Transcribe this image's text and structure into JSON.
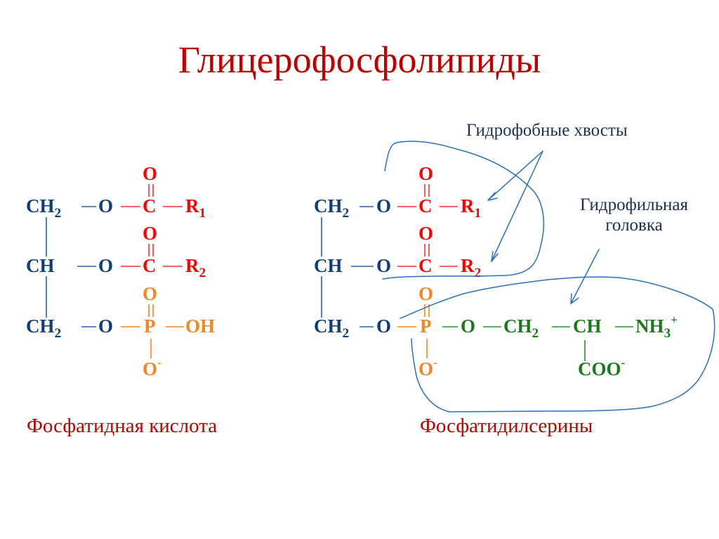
{
  "title": "Глицерофосфолипиды",
  "colors": {
    "title": "#c00000",
    "glycerol": "#0d3d7a",
    "acyl": "#ff0000",
    "phosphate": "#f5861f",
    "serine": "#1a7a1a",
    "annotation_ink": "#2a6fc0",
    "label_text": "#1b2f55"
  },
  "left_structure": {
    "caption": "Фосфатидная кислота",
    "row1": {
      "ch": "CH",
      "ch_sub": "2",
      "o": "O",
      "c_top_o": "O",
      "c": "C",
      "r": "R",
      "r_sub": "1"
    },
    "row2": {
      "ch": "CH",
      "o": "O",
      "c_top_o": "O",
      "c": "C",
      "r": "R",
      "r_sub": "2"
    },
    "row3": {
      "ch": "CH",
      "ch_sub": "2",
      "o": "O",
      "p_top_o": "O",
      "p": "P",
      "oh": "OH",
      "p_bottom_o": "O",
      "p_bottom_charge": "-"
    }
  },
  "right_structure": {
    "caption": "Фосфатидилсерины",
    "row1": {
      "ch": "CH",
      "ch_sub": "2",
      "o": "O",
      "c_top_o": "O",
      "c": "C",
      "r": "R",
      "r_sub": "1"
    },
    "row2": {
      "ch": "CH",
      "o": "O",
      "c_top_o": "O",
      "c": "C",
      "r": "R",
      "r_sub": "2"
    },
    "row3": {
      "ch": "CH",
      "ch_sub": "2",
      "o": "O",
      "p_top_o": "O",
      "p": "P",
      "p_bottom_o": "O",
      "p_bottom_charge": "-",
      "serine_o": "O",
      "serine_ch2": "CH",
      "serine_ch2_sub": "2",
      "serine_ch": "CH",
      "serine_nh3": "NH",
      "serine_nh3_sub": "3",
      "serine_nh3_charge": "+",
      "serine_coo": "COO",
      "serine_coo_charge": "-"
    }
  },
  "annotations": {
    "hydrophobic_tails": "Гидрофобные хвосты",
    "hydrophilic_head_line1": "Гидрофильная",
    "hydrophilic_head_line2": "головка"
  }
}
